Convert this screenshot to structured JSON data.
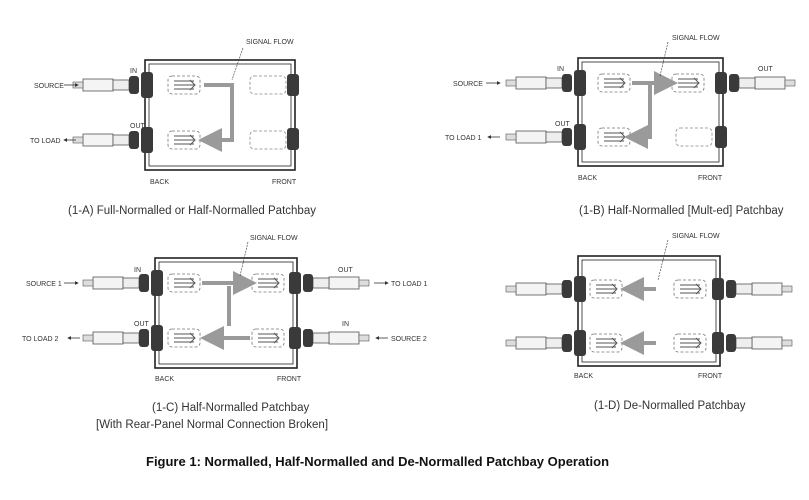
{
  "figure_caption": "Figure 1: Normalled, Half-Normalled and De-Normalled Patchbay Operation",
  "panels": {
    "a": {
      "signal_flow": "SIGNAL FLOW",
      "in": "IN",
      "out": "OUT",
      "source": "SOURCE",
      "to_load": "TO LOAD",
      "back": "BACK",
      "front": "FRONT",
      "caption": "(1-A) Full-Normalled or Half-Normalled Patchbay"
    },
    "b": {
      "signal_flow": "SIGNAL FLOW",
      "in": "IN",
      "out": "OUT",
      "front_out": "OUT",
      "source": "SOURCE",
      "to_load": "TO LOAD 1",
      "back": "BACK",
      "front": "FRONT",
      "caption": "(1-B) Half-Normalled [Mult-ed] Patchbay"
    },
    "c": {
      "signal_flow": "SIGNAL FLOW",
      "in": "IN",
      "out": "OUT",
      "front_out": "OUT",
      "front_in": "IN",
      "source1": "SOURCE 1",
      "to_load2": "TO LOAD 2",
      "to_load1": "TO LOAD 1",
      "source2": "SOURCE 2",
      "back": "BACK",
      "front": "FRONT",
      "caption": "(1-C) Half-Normalled Patchbay",
      "caption2": "[With Rear-Panel Normal Connection Broken]"
    },
    "d": {
      "signal_flow": "SIGNAL FLOW",
      "back": "BACK",
      "front": "FRONT",
      "caption": "(1-D) De-Normalled Patchbay"
    }
  },
  "colors": {
    "flow_arrow": "#9a9a9a",
    "frame": "#222222",
    "jack_body": "#3a3a3a",
    "dashed": "#777777"
  }
}
